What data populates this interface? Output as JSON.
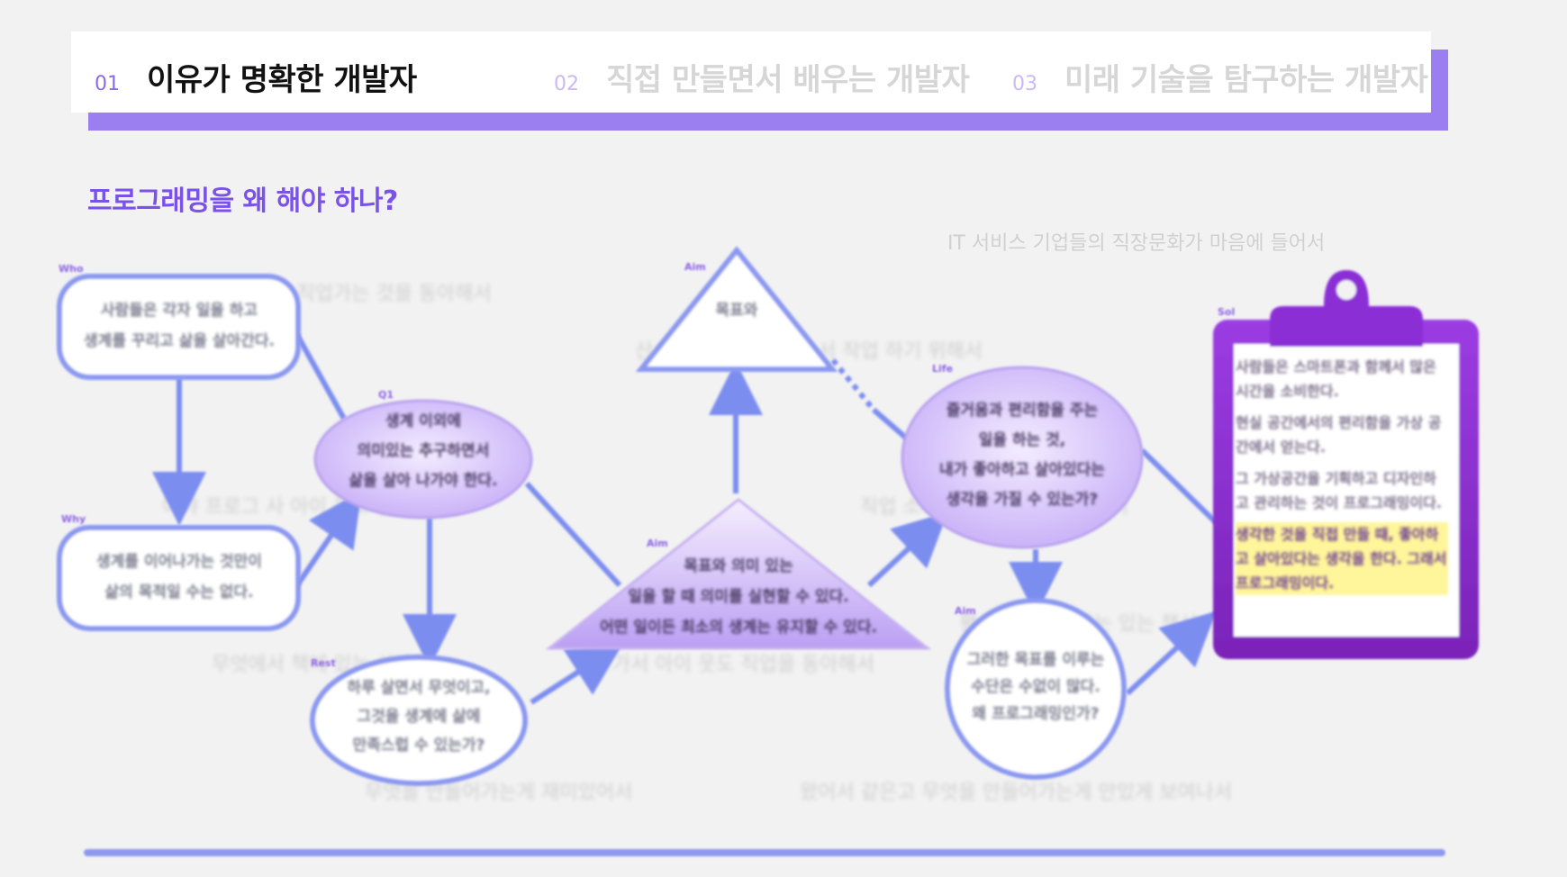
{
  "tabs": [
    {
      "num": "01",
      "label": "이유가 명확한 개발자",
      "active": true
    },
    {
      "num": "02",
      "label": "직접 만들면서 배우는 개발자",
      "active": false
    },
    {
      "num": "03",
      "label": "미래 기술을 탐구하는 개발자",
      "active": false
    }
  ],
  "section_title": "프로그래밍을 왜 해야 하나?",
  "caption_top_right": "IT 서비스 기업들의 직장문화가 마음에 들어서",
  "background_captions": [
    "평소 직업가는 것을 동아해서",
    "산서 제품는 무엇인가 서 작업 하기 위해서",
    "어야 프로그 사 아이 웃고 싶어서",
    "직업 소서 아이 웃고 웃고 싶어서",
    "무엇에서 책에 있는 성과를",
    "가서 아이 웃도 직업을 동아해서",
    "평소 서 어 저 아는 있는 책서",
    "무엇을 만들어가는게 재미있어서",
    "왔어서 같은고 무엇을 만들어가는게 만있게 보여나서"
  ],
  "nodes": {
    "n1": {
      "tag": "Who",
      "lines": [
        "사람들은 각자 일을 하고",
        "생계를 꾸리고 삶을 살아간다."
      ]
    },
    "n2": {
      "tag": "Why",
      "lines": [
        "생계를 이어나가는 것만이",
        "삶의 목적일 수는 없다."
      ]
    },
    "n3": {
      "tag": "Q1",
      "lines": [
        "생계 이외에",
        "의미있는 추구하면서",
        "삶을 살아 나가야 한다."
      ]
    },
    "n4": {
      "tag": "Rest",
      "lines": [
        "하루 살면서 무엇이고,",
        "그것을 생계에 삶에",
        "만족스럽 수 있는가?"
      ]
    },
    "n5": {
      "tag": "Aim",
      "lines": [
        "목표와"
      ]
    },
    "n6": {
      "tag": "Aim",
      "lines": [
        "목표와 의미 있는",
        "일을 할 때 의미를 실현할 수 있다.",
        "어떤 일이든 최소의 생계는 유지할 수 있다."
      ]
    },
    "n7": {
      "tag": "Life",
      "lines": [
        "즐거움과 편리함을 주는",
        "일을 하는 것,",
        "내가 좋아하고 살아있다는",
        "생각을 가질 수 있는가?"
      ]
    },
    "n8": {
      "tag": "Aim",
      "lines": [
        "그러한 목표를 이루는",
        "수단은 수없이 많다.",
        "왜 프로그래밍인가?"
      ]
    }
  },
  "clipboard": {
    "tag": "Sol",
    "paragraphs": [
      "사람들은 스마트폰과 함께서 많은 시간을 소비한다.",
      "현실 공간에서의 편리함을 가상 공간에서 얻는다.",
      "그 가상공간을 기획하고 디자인하고 관리하는 것이 프로그래밍이다."
    ],
    "highlight": "생각한 것을 직접 만들 때, 좋아하고 살아있다는 생각을 한다. 그래서 프로그래밍이다."
  },
  "colors": {
    "accent": "#9b7ff0",
    "title": "#7a52e8",
    "connector": "#7c8df0",
    "clipboard": "#8b2fd6"
  }
}
